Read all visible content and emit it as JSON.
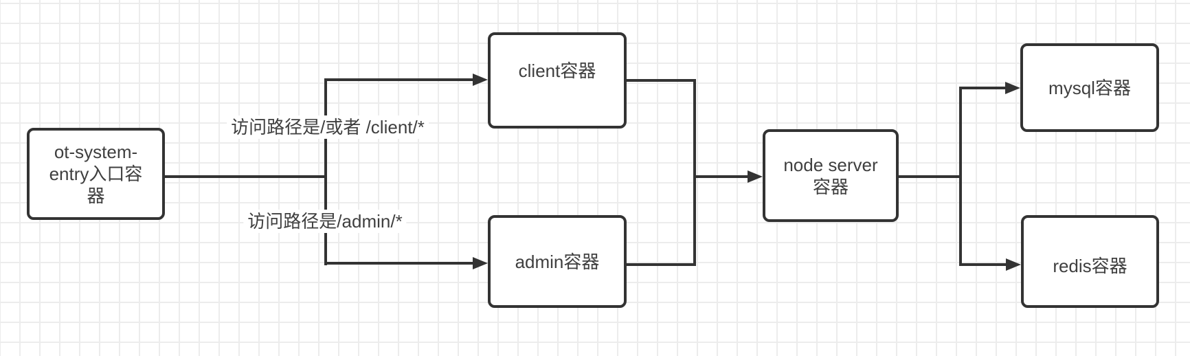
{
  "diagram": {
    "nodes": [
      {
        "id": "entry",
        "label": [
          "ot-system-",
          "entry入口容",
          "器"
        ]
      },
      {
        "id": "client",
        "label": "client容器"
      },
      {
        "id": "admin",
        "label": "admin容器"
      },
      {
        "id": "node_server",
        "label": [
          "node server",
          "容器"
        ]
      },
      {
        "id": "mysql",
        "label": "mysql容器"
      },
      {
        "id": "redis",
        "label": "redis容器"
      }
    ],
    "edges": [
      {
        "from": "entry",
        "to": "client",
        "label": "访问路径是/或者 /client/*"
      },
      {
        "from": "entry",
        "to": "admin",
        "label": "访问路径是/admin/*"
      },
      {
        "from": "client",
        "to": "node_server",
        "label": ""
      },
      {
        "from": "admin",
        "to": "node_server",
        "label": ""
      },
      {
        "from": "node_server",
        "to": "mysql",
        "label": ""
      },
      {
        "from": "node_server",
        "to": "redis",
        "label": ""
      }
    ],
    "colors": {
      "line": "#333333",
      "text": "#3f3f3f",
      "grid": "#ececec",
      "node_fill": "#ffffff",
      "background": "#ffffff"
    }
  }
}
